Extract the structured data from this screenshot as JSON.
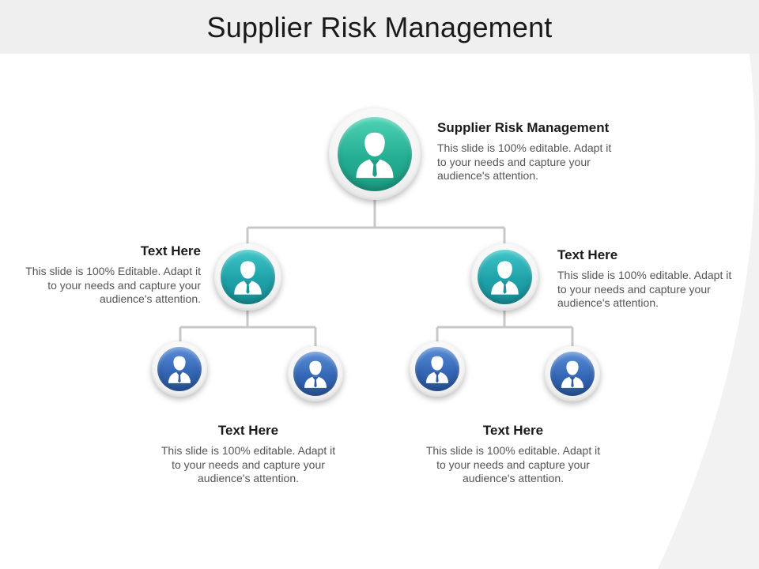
{
  "title": "Supplier Risk Management",
  "colors": {
    "top": "#24ae93",
    "mid": "#1ea2a9",
    "leaf": "#3467b6",
    "connector": "#c8c8c8"
  },
  "icons": {
    "node": "person-icon"
  },
  "blocks": {
    "top": {
      "heading": "Supplier Risk Management",
      "body": "This slide is 100% editable. Adapt it to your needs and capture your audience's attention."
    },
    "left": {
      "heading": "Text Here",
      "body": "This slide is 100% Editable. Adapt it to your needs and capture your audience's attention."
    },
    "right": {
      "heading": "Text Here",
      "body": "This slide is 100% editable. Adapt it to your needs and capture your audience's attention."
    },
    "bottom_left": {
      "heading": "Text Here",
      "body": "This slide is 100% editable. Adapt it to your needs and capture your audience's attention."
    },
    "bottom_right": {
      "heading": "Text Here",
      "body": "This slide is 100% editable. Adapt it to your needs and capture your audience's attention."
    }
  }
}
